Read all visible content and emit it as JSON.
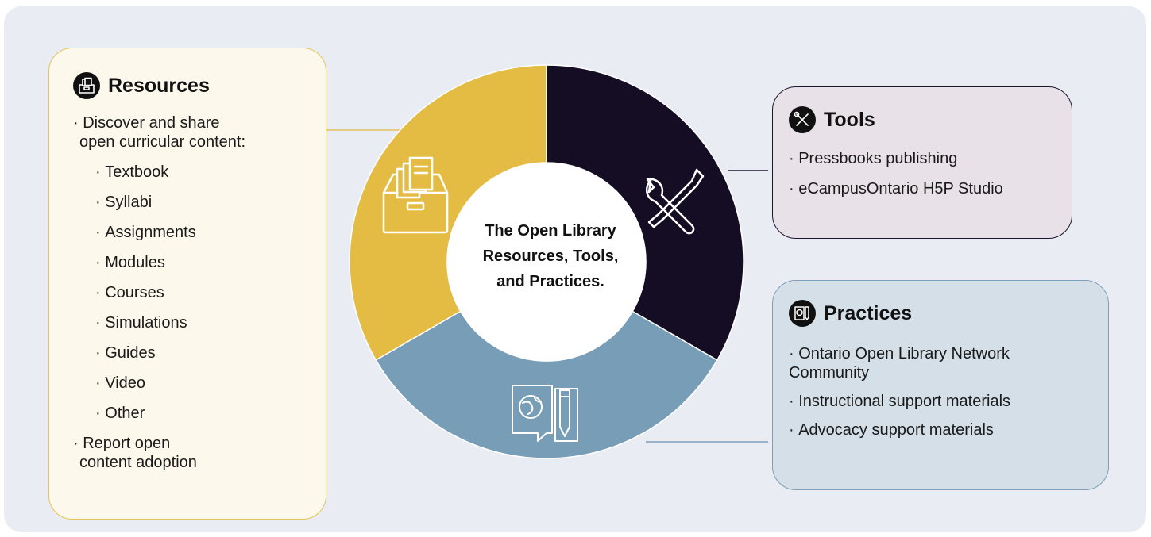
{
  "center": {
    "line1": "The Open Library",
    "line2": "Resources, Tools,",
    "line3": "and Practices."
  },
  "segments": [
    {
      "name": "Resources",
      "color": "#e4bc44",
      "icon": "file-drawer-icon"
    },
    {
      "name": "Tools",
      "color": "#140d24",
      "icon": "wrench-screwdriver-icon"
    },
    {
      "name": "Practices",
      "color": "#789db7",
      "icon": "globe-pencil-document-icon"
    }
  ],
  "resources": {
    "title": "Resources",
    "icon": "file-drawer-icon",
    "items": [
      {
        "text": "Discover and share",
        "level": "top",
        "cont": "open curricular content:"
      },
      {
        "text": "Textbook",
        "level": "sub"
      },
      {
        "text": "Syllabi",
        "level": "sub"
      },
      {
        "text": "Assignments",
        "level": "sub"
      },
      {
        "text": "Modules",
        "level": "sub"
      },
      {
        "text": "Courses",
        "level": "sub"
      },
      {
        "text": "Simulations",
        "level": "sub"
      },
      {
        "text": "Guides",
        "level": "sub"
      },
      {
        "text": "Video",
        "level": "sub"
      },
      {
        "text": "Other",
        "level": "sub"
      },
      {
        "text": "Report open",
        "level": "top",
        "cont": "content adoption"
      }
    ]
  },
  "tools": {
    "title": "Tools",
    "icon": "wrench-screwdriver-icon",
    "items": [
      "Pressbooks publishing",
      "eCampusOntario H5P Studio"
    ]
  },
  "practices": {
    "title": "Practices",
    "icon": "globe-pencil-document-icon",
    "items": [
      "Ontario Open Library Network Community",
      "Instructional support materials",
      "Advocacy support materials"
    ]
  },
  "colors": {
    "background": "#e9edf3",
    "resources_card": "#fcf8ec",
    "resources_border": "#e6c45a",
    "tools_card": "#e8e1e8",
    "tools_border": "#1a1530",
    "practices_card": "#d5dfe8",
    "practices_border": "#7f9fbb"
  }
}
